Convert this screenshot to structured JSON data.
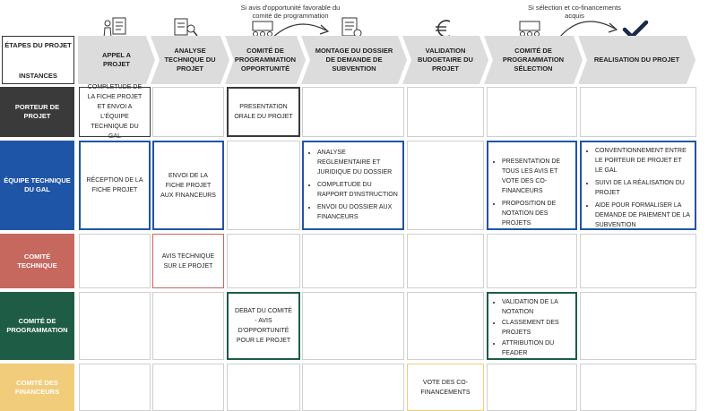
{
  "annotations": {
    "favorable": "Si avis d'opportunité favorable du comité de programmation",
    "selection": "Si sélection et co-financements acquis"
  },
  "corner": {
    "title": "ÉTAPES DU PROJET",
    "subtitle": "INSTANCES"
  },
  "steps": [
    {
      "label": "APPEL A PROJET",
      "icon": "document-person-icon"
    },
    {
      "label": "ANALYSE TECHNIQUE DU PROJET",
      "icon": "analysis-person-icon"
    },
    {
      "label": "COMITÉ DE PROGRAMMATION OPPORTUNITÉ",
      "icon": "committee-icon"
    },
    {
      "label": "MONTAGE DU DOSSIER DE DEMANDE DE SUBVENTION",
      "icon": "dossier-icon"
    },
    {
      "label": "VALIDATION BUDGETAIRE DU PROJET",
      "icon": "euro-icon"
    },
    {
      "label": "COMITÉ DE PROGRAMMATION SÉLECTION",
      "icon": "committee-icon"
    },
    {
      "label": "REALISATION DU PROJET",
      "icon": "check-icon"
    }
  ],
  "instances": [
    {
      "label": "PORTEUR DE PROJET",
      "color": "#3a3a3a"
    },
    {
      "label": "ÉQUIPE TECHNIQUE DU GAL",
      "color": "#1f55a6"
    },
    {
      "label": "COMITÉ TECHNIQUE",
      "color": "#c6685e"
    },
    {
      "label": "COMITÉ DE PROGRAMMATION",
      "color": "#1e5c46"
    },
    {
      "label": "COMITÉ DES FINANCEURS",
      "color": "#f1cc7b"
    }
  ],
  "tasks": {
    "porteur_appel": "COMPLETUDE DE LA FICHE PROJET ET ENVOI A L'ÉQUIPE TECHNIQUE DU GAL",
    "porteur_comite": "PRESENTATION ORALE DU PROJET",
    "equipe_appel": "RÉCEPTION DE LA FICHE PROJET",
    "equipe_analyse": "ENVOI DE LA FICHE PROJET AUX FINANCEURS",
    "equipe_montage": [
      "ANALYSE REGLEMENTAIRE ET JURIDIQUE DU DOSSIER",
      "COMPLETUDE DU RAPPORT D'INSTRUCTION",
      "ENVOI DU DOSSIER AUX FINANCEURS"
    ],
    "equipe_selection": [
      "PRESENTATION DE TOUS LES AVIS ET VOTE DES CO-FINANCEURS",
      "PROPOSITION DE NOTATION DES PROJETS"
    ],
    "equipe_realisation": [
      "CONVENTIONNEMENT ENTRE LE PORTEUR DE PROJET ET LE GAL",
      "SUIVI DE LA RÉALISATION DU PROJET",
      "AIDE POUR FORMALISER LA DEMANDE DE PAIEMENT DE LA SUBVENTION"
    ],
    "technique_analyse": "AVIS TECHNIQUE SUR LE PROJET",
    "programmation_comite": "DEBAT DU COMITÉ - AVIS D'OPPORTUNITÉ POUR LE PROJET",
    "programmation_selection": [
      "VALIDATION DE LA NOTATION",
      "CLASSEMENT DES PROJETS",
      "ATTRIBUTION DU FEADER"
    ],
    "financeurs_validation": "VOTE DES CO-FINANCEMENTS"
  },
  "colors": {
    "step_bg": "#dcdcdc",
    "porteur": "#3a3a3a",
    "equipe": "#1f55a6",
    "technique": "#c6685e",
    "programmation": "#1e5c46",
    "financeurs": "#f1cc7b"
  }
}
